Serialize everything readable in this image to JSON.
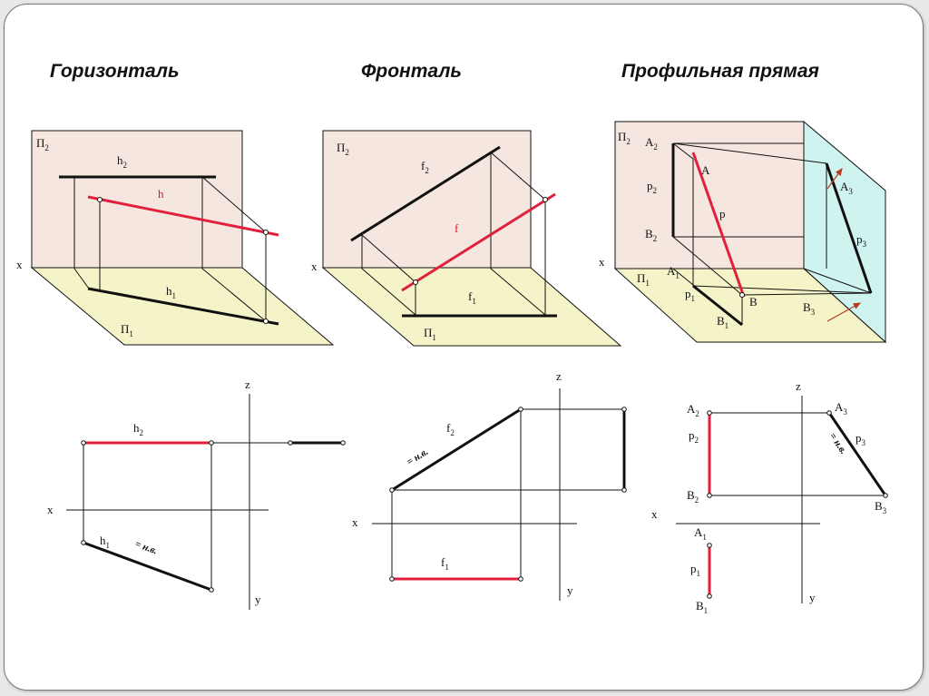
{
  "headings": {
    "horizontal": "Горизонталь",
    "frontal": "Фронталь",
    "profile": "Профильная прямая"
  },
  "colors": {
    "red_line": "#e0203c",
    "plane_front": "#f6e6e0",
    "plane_horizontal": "#f5f3c8",
    "plane_profile": "#cff3ee",
    "line": "#111111"
  },
  "labels": {
    "pi": "П",
    "x": "x",
    "y": "y",
    "z": "z",
    "nv": "= н.в.",
    "h": "h",
    "f": "f",
    "p": "p",
    "A": "A",
    "B": "B",
    "s1": "1",
    "s2": "2",
    "s3": "3"
  }
}
